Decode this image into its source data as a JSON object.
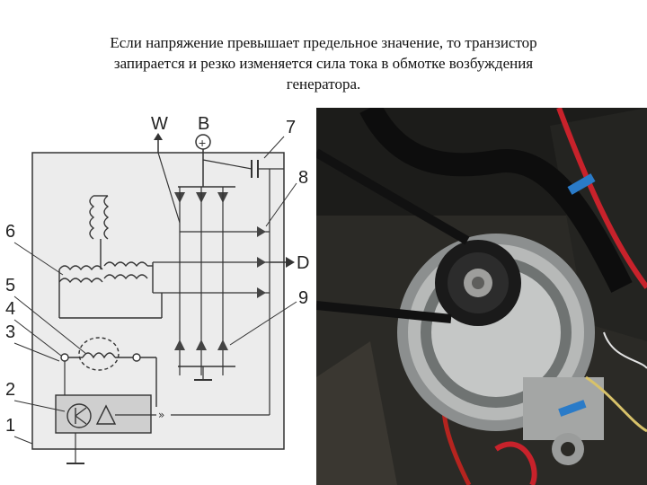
{
  "caption": {
    "line1": "Если напряжение превышает предельное значение, то транзистор",
    "line2": "запирается и резко изменяется сила тока в обмотке возбуждения",
    "line3": "генератора."
  },
  "diagram": {
    "terminal_w": "W",
    "terminal_b": "B",
    "terminal_d": "D",
    "plus_sign": "+",
    "callouts": [
      "1",
      "2",
      "3",
      "4",
      "5",
      "6",
      "7",
      "8",
      "9"
    ]
  },
  "colors": {
    "line": "#333333",
    "body_fill": "#ececec",
    "regulator_fill": "#cfcfcf"
  },
  "photo": {
    "subject": "alternator-photo"
  }
}
